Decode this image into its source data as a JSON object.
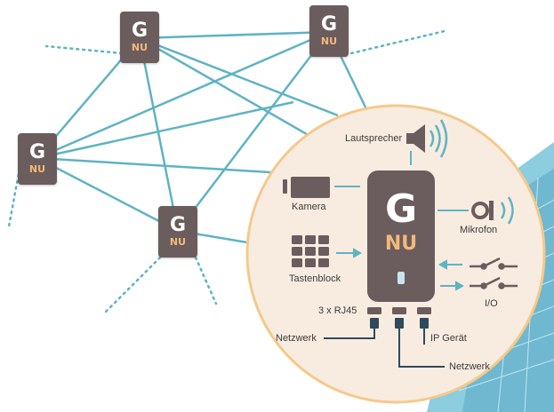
{
  "node": {
    "brand_g": "G",
    "brand_nu": "NU"
  },
  "device": {
    "brand_g": "G",
    "brand_nu": "NU"
  },
  "labels": {
    "lautsprecher": "Lautsprecher",
    "kamera": "Kamera",
    "mikrofon": "Mikrofon",
    "tastenblock": "Tastenblock",
    "io": "I/O",
    "rj45": "3 x RJ45",
    "netzwerk_left": "Netzwerk",
    "ip_geraet": "IP Gerät",
    "netzwerk_bottom": "Netzwerk"
  },
  "colors": {
    "line": "#5fb3c4",
    "node": "#6b5d5d",
    "nu": "#f3b97a",
    "circle_border": "#f5c98b",
    "circle_fill": "#f8ece0",
    "building": "#8ccde0"
  }
}
